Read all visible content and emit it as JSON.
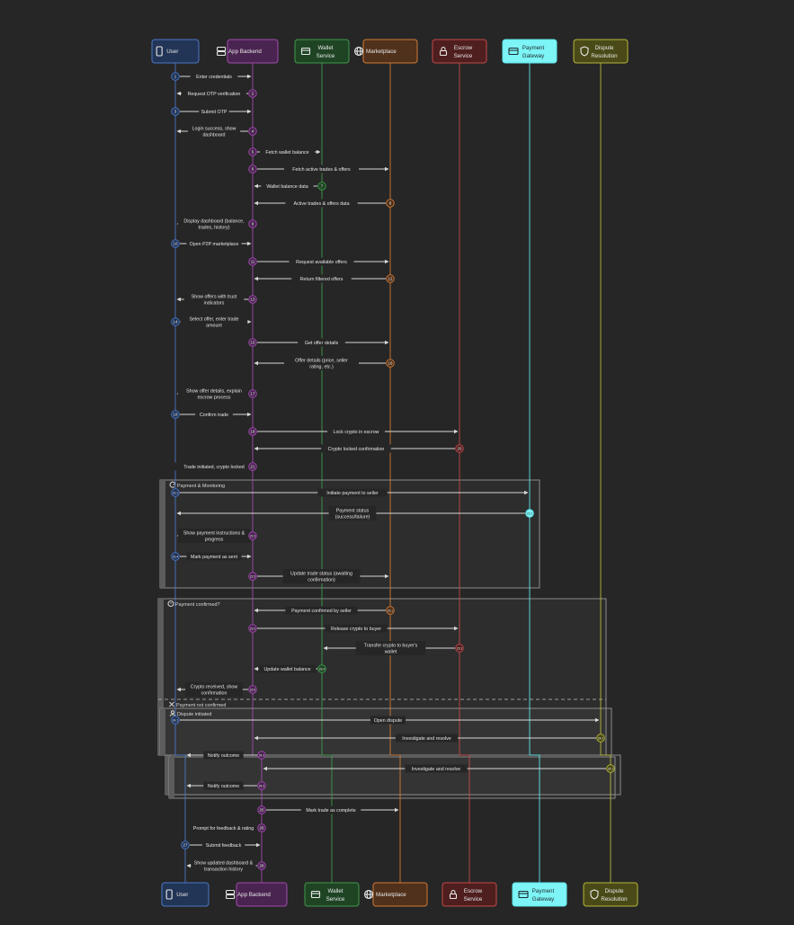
{
  "participants": [
    {
      "id": "user",
      "label": [
        "User"
      ],
      "icon": "phone-icon",
      "color": "#4a78c8",
      "fill": "#223556"
    },
    {
      "id": "backend",
      "label": [
        "App Backend"
      ],
      "icon": "server-icon",
      "color": "#a24ab0",
      "fill": "#4a2450"
    },
    {
      "id": "wallet",
      "label": [
        "Wallet",
        "Service"
      ],
      "icon": "wallet-icon",
      "color": "#3f9a4a",
      "fill": "#1f4424"
    },
    {
      "id": "market",
      "label": [
        "Marketplace"
      ],
      "icon": "globe-icon",
      "color": "#d07a36",
      "fill": "#50311b"
    },
    {
      "id": "escrow",
      "label": [
        "Escrow",
        "Service"
      ],
      "icon": "lock-icon",
      "color": "#c24a4a",
      "fill": "#4f1e1e"
    },
    {
      "id": "gateway",
      "label": [
        "Payment",
        "Gateway"
      ],
      "icon": "credit-card-icon",
      "color": "#5fe6ec",
      "fill": "#7df4f6"
    },
    {
      "id": "dispute",
      "label": [
        "Dispute",
        "Resolution"
      ],
      "icon": "shield-icon",
      "color": "#b7b73c",
      "fill": "#4a4a18"
    }
  ],
  "messages": [
    {
      "n": "1",
      "from": "user",
      "to": "backend",
      "text": [
        "Enter credentials"
      ]
    },
    {
      "n": "2",
      "from": "backend",
      "to": "user",
      "text": [
        "Request OTP verification"
      ]
    },
    {
      "n": "3",
      "from": "user",
      "to": "backend",
      "text": [
        "Submit OTP"
      ]
    },
    {
      "n": "4",
      "from": "backend",
      "to": "user",
      "text": [
        "Login success, show",
        "dashboard"
      ]
    },
    {
      "n": "5",
      "from": "backend",
      "to": "wallet",
      "text": [
        "Fetch wallet balance"
      ]
    },
    {
      "n": "6",
      "from": "backend",
      "to": "market",
      "text": [
        "Fetch active trades & offers"
      ]
    },
    {
      "n": "7",
      "from": "wallet",
      "to": "backend",
      "text": [
        "Wallet balance data"
      ]
    },
    {
      "n": "8",
      "from": "market",
      "to": "backend",
      "text": [
        "Active trades & offers data"
      ]
    },
    {
      "n": "9",
      "from": "backend",
      "to": "user",
      "text": [
        "Display dashboard (balance,",
        "trades, history)"
      ]
    },
    {
      "n": "10",
      "from": "user",
      "to": "backend",
      "text": [
        "Open P2P marketplace"
      ]
    },
    {
      "n": "11",
      "from": "backend",
      "to": "market",
      "text": [
        "Request available offers"
      ]
    },
    {
      "n": "12",
      "from": "market",
      "to": "backend",
      "text": [
        "Return filtered offers"
      ]
    },
    {
      "n": "13",
      "from": "backend",
      "to": "user",
      "text": [
        "Show offers with trust",
        "indicators"
      ]
    },
    {
      "n": "14",
      "from": "user",
      "to": "backend",
      "text": [
        "Select offer, enter trade",
        "amount"
      ]
    },
    {
      "n": "15",
      "from": "backend",
      "to": "market",
      "text": [
        "Get offer details"
      ]
    },
    {
      "n": "16",
      "from": "market",
      "to": "backend",
      "text": [
        "Offer details (price, seller",
        "rating, etc.)"
      ]
    },
    {
      "n": "17",
      "from": "backend",
      "to": "user",
      "text": [
        "Show offer details, explain",
        "escrow process"
      ]
    },
    {
      "n": "18",
      "from": "user",
      "to": "backend",
      "text": [
        "Confirm trade"
      ]
    },
    {
      "n": "19",
      "from": "backend",
      "to": "escrow",
      "text": [
        "Lock crypto in escrow"
      ]
    },
    {
      "n": "20",
      "from": "escrow",
      "to": "backend",
      "text": [
        "Crypto locked confirmation"
      ]
    },
    {
      "n": "21",
      "from": "backend",
      "to": "user",
      "text": [
        "Trade initiated, crypto locked"
      ]
    },
    {
      "n": "22.1",
      "from": "user",
      "to": "gateway",
      "text": [
        "Initiate payment to seller"
      ]
    },
    {
      "n": "22.2",
      "from": "gateway",
      "to": "user",
      "text": [
        "Payment status",
        "(success/failure)"
      ]
    },
    {
      "n": "22.3",
      "from": "backend",
      "to": "user",
      "text": [
        "Show payment instructions &",
        "progress"
      ]
    },
    {
      "n": "22.4",
      "from": "user",
      "to": "backend",
      "text": [
        "Mark payment as sent"
      ]
    },
    {
      "n": "22.5",
      "from": "backend",
      "to": "market",
      "text": [
        "Update trade status (awaiting",
        "confirmation)"
      ]
    },
    {
      "n": "23.1",
      "from": "market",
      "to": "backend",
      "text": [
        "Payment confirmed by seller"
      ]
    },
    {
      "n": "23.2",
      "from": "backend",
      "to": "escrow",
      "text": [
        "Release crypto to buyer"
      ]
    },
    {
      "n": "23.3",
      "from": "escrow",
      "to": "wallet",
      "text": [
        "Transfer crypto to buyer's",
        "wallet"
      ]
    },
    {
      "n": "23.4",
      "from": "wallet",
      "to": "backend",
      "text": [
        "Update wallet balance"
      ]
    },
    {
      "n": "23.5",
      "from": "backend",
      "to": "user",
      "text": [
        "Crypto received, show",
        "confirmation"
      ]
    },
    {
      "n": "24.1",
      "from": "user",
      "to": "dispute",
      "text": [
        "Open dispute"
      ]
    },
    {
      "n": "24.2",
      "from": "dispute",
      "to": "backend",
      "text": [
        "Investigate and resolve"
      ]
    },
    {
      "n": "24.3",
      "from": "backend",
      "to": "user",
      "text": [
        "Notify outcome"
      ]
    },
    {
      "n": "24.2",
      "from": "dispute",
      "to": "backend",
      "text": [
        "Investigate and resolve"
      ]
    },
    {
      "n": "24.3",
      "from": "backend",
      "to": "user",
      "text": [
        "Notify outcome"
      ]
    },
    {
      "n": "25",
      "from": "backend",
      "to": "market",
      "text": [
        "Mark trade as complete"
      ]
    },
    {
      "n": "26",
      "from": "backend",
      "to": "user",
      "text": [
        "Prompt for feedback & rating"
      ]
    },
    {
      "n": "27",
      "from": "user",
      "to": "backend",
      "text": [
        "Submit feedback"
      ]
    },
    {
      "n": "28",
      "from": "backend",
      "to": "user",
      "text": [
        "Show updated dashboard &",
        "transaction history"
      ]
    }
  ],
  "fragments": [
    {
      "label": "Payment & Monitoring",
      "icon": "loop-icon"
    },
    {
      "label": "Payment confirmed?",
      "icon": "alt-icon"
    },
    {
      "label": "Payment not confirmed",
      "icon": "cross-icon"
    },
    {
      "label": "Dispute initiated",
      "icon": "user-icon"
    }
  ]
}
